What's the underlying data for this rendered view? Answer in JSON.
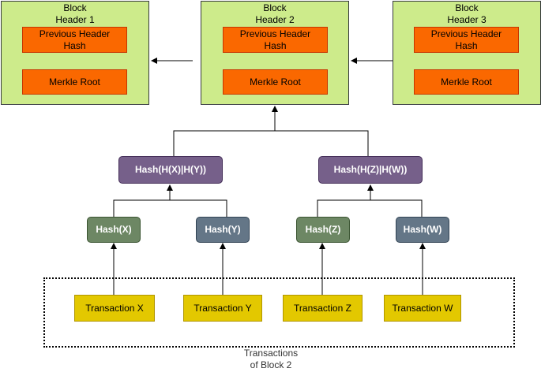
{
  "blocks": [
    {
      "title": "Block\nHeader 1",
      "prev_hash": "Previous Header\nHash",
      "merkle_root": "Merkle Root"
    },
    {
      "title": "Block\nHeader 2",
      "prev_hash": "Previous Header\nHash",
      "merkle_root": "Merkle Root"
    },
    {
      "title": "Block\nHeader 3",
      "prev_hash": "Previous Header\nHash",
      "merkle_root": "Merkle Root"
    }
  ],
  "merkle_tree": {
    "level1": [
      "Hash(H(X)|H(Y))",
      "Hash(H(Z)|H(W))"
    ],
    "level2": [
      "Hash(X)",
      "Hash(Y)",
      "Hash(Z)",
      "Hash(W)"
    ]
  },
  "transactions": [
    "Transaction X",
    "Transaction Y",
    "Transaction Z",
    "Transaction W"
  ],
  "group_caption": "Transactions\nof Block 2",
  "colors": {
    "header_fill": "#cdeb8b",
    "field_fill": "#fa6800",
    "hash_top_fill": "#76608a",
    "hash_green_fill": "#6d8764",
    "hash_blue_fill": "#647687",
    "transaction_fill": "#e3c800"
  }
}
